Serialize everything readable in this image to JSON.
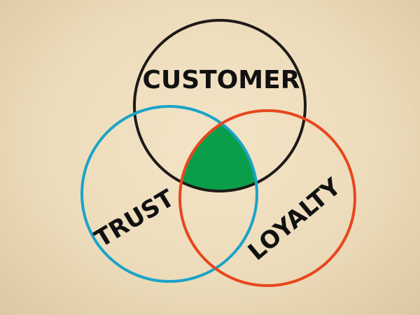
{
  "diagram": {
    "circles": [
      {
        "label": "CUSTOMER",
        "color": "#1e1a18"
      },
      {
        "label": "TRUST",
        "color": "#1aa3c8"
      },
      {
        "label": "LOYALTY",
        "color": "#e8461e"
      }
    ],
    "intersection_color": "#0a9e4a"
  }
}
